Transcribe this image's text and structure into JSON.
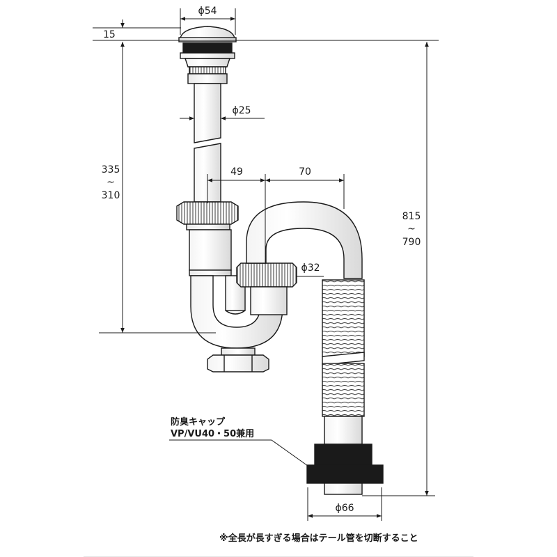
{
  "dimensions": {
    "cap_diameter": "ϕ54",
    "cap_height": "15",
    "tail_diameter": "ϕ25",
    "tail_length_max": "335",
    "tail_length_tilde": "~",
    "tail_length_min": "310",
    "offset_a": "49",
    "offset_b": "70",
    "outlet_diameter": "ϕ32",
    "total_length_max": "815",
    "total_length_tilde": "~",
    "total_length_min": "790",
    "adapter_diameter": "ϕ66"
  },
  "callout": {
    "line1": "防臭キャップ",
    "line2": "VP/VU40・50兼用"
  },
  "footnote": "※全長が長すぎる場合はテール管を切断すること"
}
